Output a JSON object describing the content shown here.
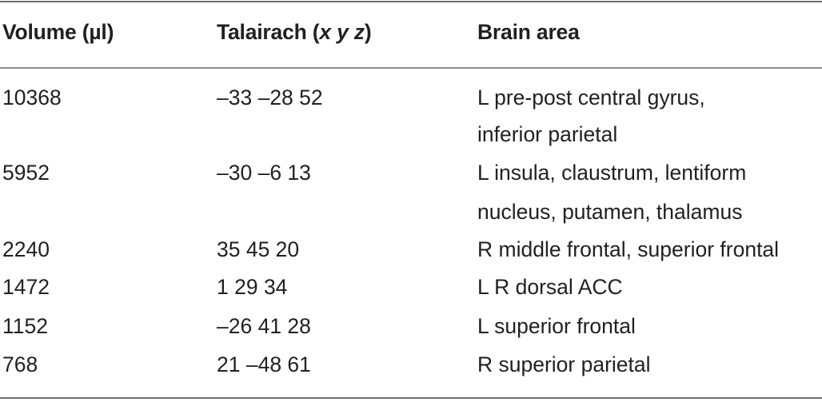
{
  "table": {
    "headers": {
      "volume": "Volume (µl)",
      "talairach_prefix": "Talairach (",
      "talairach_axes": "x y z",
      "talairach_suffix": ")",
      "brain_area": "Brain area"
    },
    "rows": [
      {
        "volume": "10368",
        "talairach": "–33 –28 52",
        "area_line1": "L pre-post central gyrus,",
        "area_line2": "inferior parietal"
      },
      {
        "volume": "5952",
        "talairach": "–30 –6 13",
        "area_line1": "L insula, claustrum, lentiform",
        "area_line2": "nucleus, putamen, thalamus"
      },
      {
        "volume": "2240",
        "talairach": "35 45 20",
        "area_line1": "R middle frontal, superior frontal",
        "area_line2": ""
      },
      {
        "volume": "1472",
        "talairach": "1 29 34",
        "area_line1": "L R dorsal ACC",
        "area_line2": ""
      },
      {
        "volume": "1152",
        "talairach": "–26 41 28",
        "area_line1": "L superior frontal",
        "area_line2": ""
      },
      {
        "volume": "768",
        "talairach": "21 –48 61",
        "area_line1": "R superior parietal",
        "area_line2": ""
      }
    ]
  }
}
